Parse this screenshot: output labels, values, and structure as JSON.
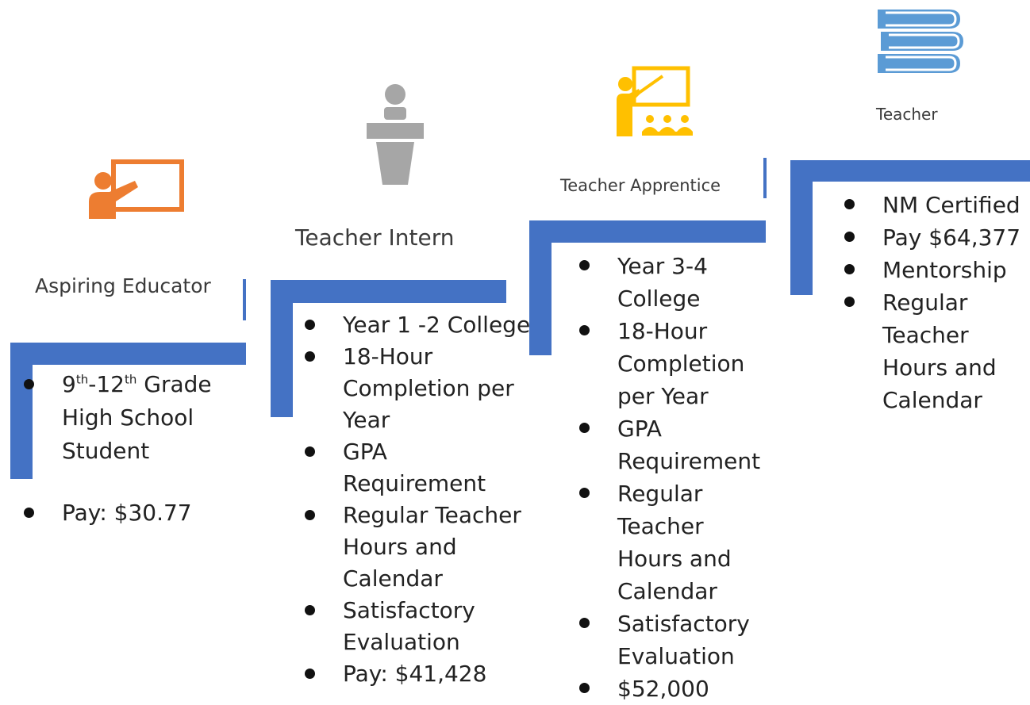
{
  "stages": [
    {
      "title": "Aspiring Educator",
      "icon": "teacher-board-icon",
      "icon_color": "#ed7d31",
      "items": [
        {
          "main": "9",
          "sup1": "th",
          "mid": "-12",
          "sup2": "th",
          "rest": " Grade High School Student"
        },
        {
          "text": "Pay: $30.77"
        }
      ]
    },
    {
      "title": "Teacher Intern",
      "icon": "podium-speaker-icon",
      "icon_color": "#a6a6a6",
      "items": [
        "Year 1 -2 College",
        "18-Hour Completion per Year",
        "GPA Requirement",
        "Regular Teacher Hours and Calendar",
        "Satisfactory Evaluation",
        "Pay: $41,428"
      ]
    },
    {
      "title": "Teacher Apprentice",
      "icon": "classroom-presenter-icon",
      "icon_color": "#ffc000",
      "items": [
        "Year 3-4 College",
        "18-Hour Completion per Year",
        "GPA Requirement",
        "Regular Teacher Hours and Calendar",
        "Satisfactory Evaluation",
        "$52,000"
      ]
    },
    {
      "title": "Teacher",
      "icon": "books-stack-icon",
      "icon_color": "#5b9bd5",
      "items": [
        "NM Certified",
        "Pay $64,377",
        "Mentorship",
        "Regular Teacher Hours and Calendar"
      ]
    }
  ],
  "colors": {
    "step_bar": "#4472c4",
    "title_text": "#3b3b3b",
    "body_text": "#222222"
  }
}
